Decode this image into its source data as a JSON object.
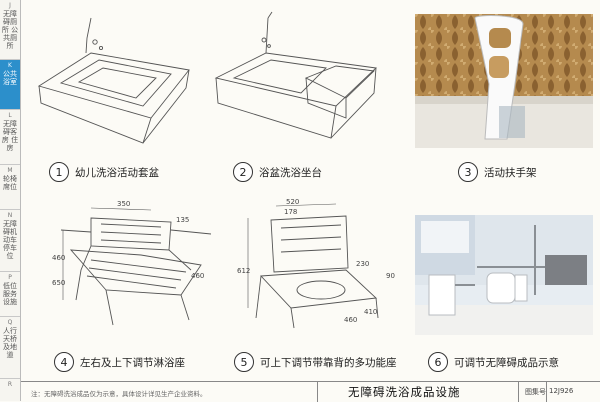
{
  "sidebar": {
    "tabs": [
      {
        "code": "J",
        "label": "无障碍厕所 公共厕所"
      },
      {
        "code": "K",
        "label": "公共浴室"
      },
      {
        "code": "L",
        "label": "无障碍客房 住房"
      },
      {
        "code": "M",
        "label": "轮椅席位"
      },
      {
        "code": "N",
        "label": "无障碍机动车停车位"
      },
      {
        "code": "P",
        "label": "低位服务设施"
      },
      {
        "code": "Q",
        "label": "人行天桥 及地道"
      },
      {
        "code": "R",
        "label": ""
      }
    ]
  },
  "items": [
    {
      "num": "1",
      "label": "幼儿洗浴活动套盆"
    },
    {
      "num": "2",
      "label": "浴盆洗浴坐台"
    },
    {
      "num": "3",
      "label": "活动扶手架"
    },
    {
      "num": "4",
      "label": "左右及上下调节淋浴座"
    },
    {
      "num": "5",
      "label": "可上下调节带靠背的多功能座"
    },
    {
      "num": "6",
      "label": "可调节无障碍成品示意"
    }
  ],
  "dimensions": {
    "seat4": [
      "350",
      "135",
      "460",
      "460",
      "650"
    ],
    "seat5": [
      "520",
      "178",
      "612",
      "230",
      "90",
      "460",
      "410"
    ]
  },
  "footer": {
    "note": "注：无障碍洗浴成品仅为示意，具体设计详见生产企业资料。",
    "title": "无障碍洗浴成品设施",
    "atlas_label": "图集号",
    "atlas_number": "12J926"
  }
}
